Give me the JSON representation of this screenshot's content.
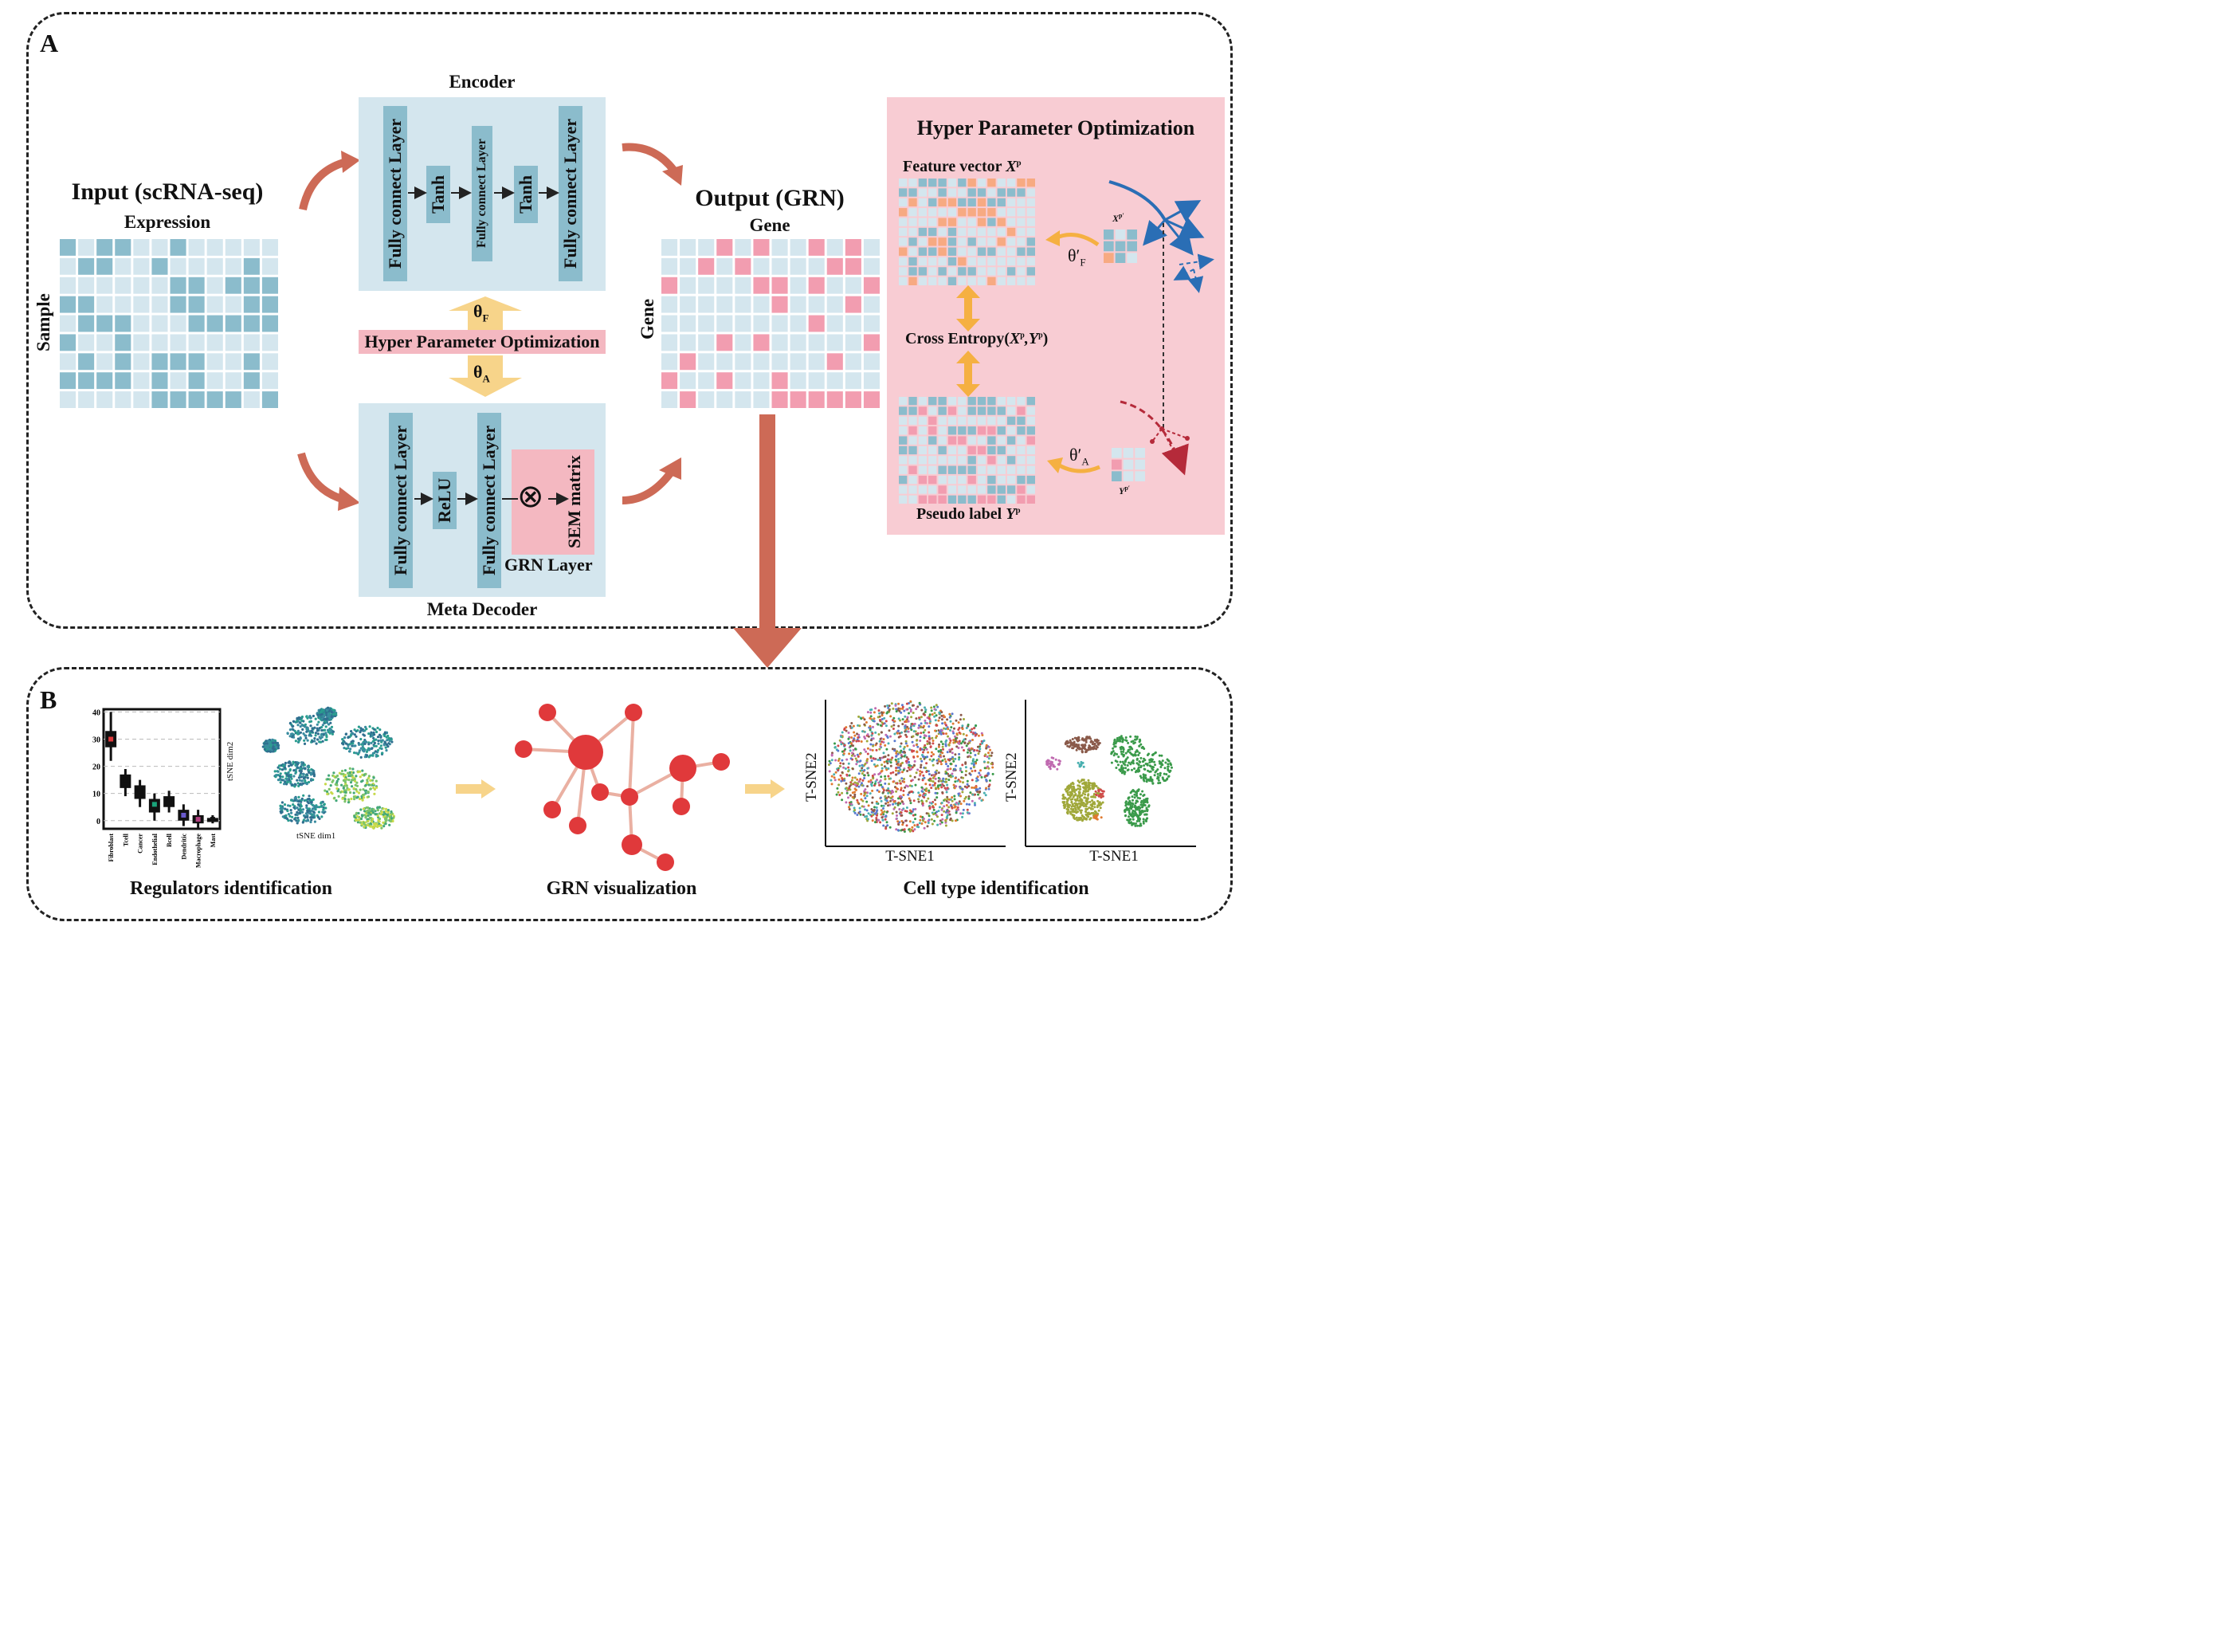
{
  "panel_a": {
    "letter": "A",
    "input": {
      "title": "Input (scRNA-seq)",
      "subtitle": "Expression",
      "side_label": "Sample"
    },
    "encoder": {
      "title": "Encoder",
      "layers": [
        "Fully connect Layer",
        "Tanh",
        "Fully connect Layer",
        "Tanh",
        "Fully connect Layer"
      ]
    },
    "center": {
      "theta_f": "θ",
      "theta_f_sub": "F",
      "hpo": "Hyper Parameter Optimization",
      "theta_a": "θ",
      "theta_a_sub": "A"
    },
    "decoder": {
      "title": "Meta Decoder",
      "layers": [
        "Fully connect Layer",
        "ReLU",
        "Fully connect Layer"
      ],
      "sem": "SEM matrix",
      "grn_layer": "GRN Layer",
      "otimes": "⊗"
    },
    "output": {
      "title": "Output (GRN)",
      "top_label": "Gene",
      "side_label": "Gene"
    },
    "hpo_box": {
      "title": "Hyper Parameter Optimization",
      "feature_vector": "Feature vector",
      "xp": "X",
      "xp_sup": "p",
      "cross_entropy": "Cross Entropy(",
      "ce_args": "X",
      "ce_sup1": "p",
      "ce_sep": ",Y",
      "ce_sup2": "p",
      "ce_close": ")",
      "pseudo_label": "Pseudo label",
      "yp": "Y",
      "yp_sup": "p",
      "theta_f_prime": "θ",
      "theta_f_prime_mark": "′",
      "theta_f_prime_sub": "F",
      "theta_a_prime": "θ",
      "theta_a_prime_mark": "′",
      "theta_a_prime_sub": "A",
      "small_x": "X",
      "small_x_sup": "p′",
      "small_y": "Y",
      "small_y_sup": "p′"
    }
  },
  "panel_b": {
    "letter": "B",
    "regulators": {
      "caption": "Regulators identification",
      "boxplot_yticks": [
        "40",
        "30",
        "20",
        "10",
        "0"
      ],
      "boxplot_xticks": [
        "Fibroblast",
        "Tcell",
        "Cancer",
        "Endothelial",
        "Bcell",
        "Dendritic",
        "Macrophage",
        "Mast"
      ],
      "tsne_xlabel": "tSNE dim1",
      "tsne_ylabel": "tSNE dim2"
    },
    "grn": {
      "caption": "GRN visualization"
    },
    "celltype": {
      "caption": "Cell type identification",
      "xlabel": "T-SNE1",
      "ylabel": "T-SNE2"
    }
  },
  "colors": {
    "matrix_blue": "#8bbccc",
    "matrix_light": "#d4e6ee",
    "matrix_pink": "#f29db0",
    "matrix_orange": "#f7aa82",
    "box_bg": "#d4e6ee",
    "hpo_bg": "#f8ccd3",
    "arrow_red": "#cd6a56",
    "arrow_yellow": "#f7d48a",
    "node_red": "#e0393b",
    "edge": "#eab0a2"
  },
  "chart_data": [
    {
      "type": "box",
      "categories": [
        "Fibroblast",
        "Tcell",
        "Cancer",
        "Endothelial",
        "Bcell",
        "Dendritic",
        "Macrophage",
        "Mast"
      ],
      "medians": [
        30,
        15,
        11,
        6,
        7.5,
        2,
        0.5,
        0.5
      ],
      "q1": [
        27,
        12,
        8,
        3,
        5,
        0,
        -1,
        -0.5
      ],
      "q3": [
        33,
        17,
        13,
        8,
        9,
        4,
        2,
        1
      ],
      "whisker_low": [
        22,
        9,
        5,
        0,
        3,
        -2,
        -3,
        -1
      ],
      "whisker_high": [
        40,
        19,
        15,
        10,
        11,
        6,
        4,
        2
      ],
      "ylim": [
        -3,
        41
      ]
    }
  ]
}
